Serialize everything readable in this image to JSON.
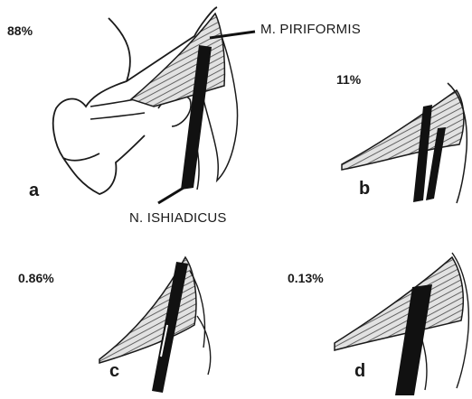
{
  "panels": {
    "a": {
      "letter": "a",
      "percent": "88%"
    },
    "b": {
      "letter": "b",
      "percent": "11%"
    },
    "c": {
      "letter": "c",
      "percent": "0.86%"
    },
    "d": {
      "letter": "d",
      "percent": "0.13%"
    }
  },
  "labels": {
    "muscle": "M. PIRIFORMIS",
    "nerve": "N. ISHIADICUS"
  },
  "colors": {
    "ink": "#1a1a1a",
    "nerve": "#111111",
    "muscle_fill": "#d4d4d4",
    "background": "#ffffff"
  }
}
